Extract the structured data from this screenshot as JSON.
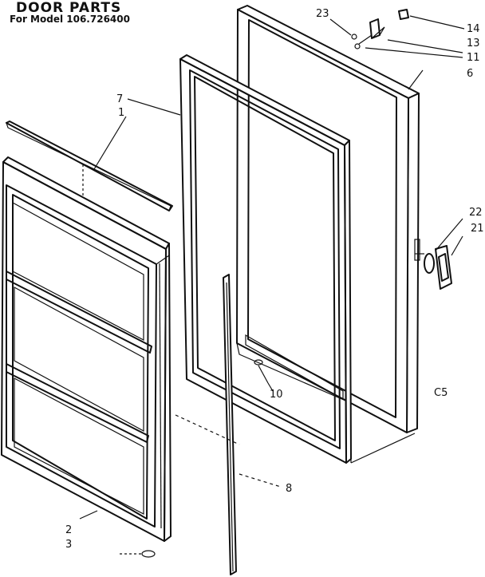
{
  "header": {
    "title": "DOOR PARTS",
    "subtitle": "For Model 106.726400"
  },
  "callouts": {
    "c1": "1",
    "c2": "2",
    "c3": "3",
    "c6": "6",
    "c7": "7",
    "c8": "8",
    "c10": "10",
    "c11": "11",
    "c13": "13",
    "c14": "14",
    "c21": "21",
    "c22": "22",
    "c23": "23"
  },
  "figure_code": "C5"
}
